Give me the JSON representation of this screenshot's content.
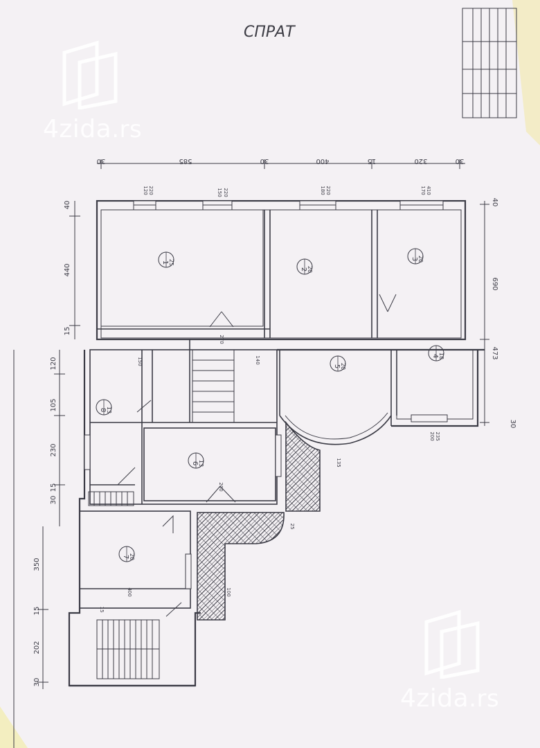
{
  "sheet": {
    "title_handwritten": "СПРАТ",
    "paper_color": "#f4f1f4",
    "background_color": "#f3eec0",
    "line_color": "#3b3b45"
  },
  "watermark": {
    "brand": "4zida",
    "tld": ".rs"
  },
  "rooms": [
    {
      "number": "1",
      "area": "25"
    },
    {
      "number": "2",
      "area": "20"
    },
    {
      "number": "3",
      "area": "20"
    },
    {
      "number": "4",
      "area": "18"
    },
    {
      "number": "5",
      "area": "20"
    },
    {
      "number": "6",
      "area": "13"
    },
    {
      "number": "7",
      "area": "20"
    },
    {
      "number": "8",
      "area": "13"
    }
  ],
  "dimensions": {
    "top": [
      "30",
      "585",
      "30",
      "400",
      "15",
      "320",
      "30"
    ],
    "left": [
      "40",
      "440",
      "15",
      "120",
      "105",
      "230",
      "15",
      "30",
      "350",
      "15",
      "202",
      "30"
    ],
    "right": [
      "40",
      "690",
      "473",
      "30"
    ],
    "interior": [
      "120",
      "220",
      "150",
      "220",
      "180",
      "220",
      "170",
      "410",
      "140",
      "270",
      "150",
      "400",
      "25",
      "15",
      "200",
      "235",
      "135",
      "200",
      "100"
    ]
  }
}
